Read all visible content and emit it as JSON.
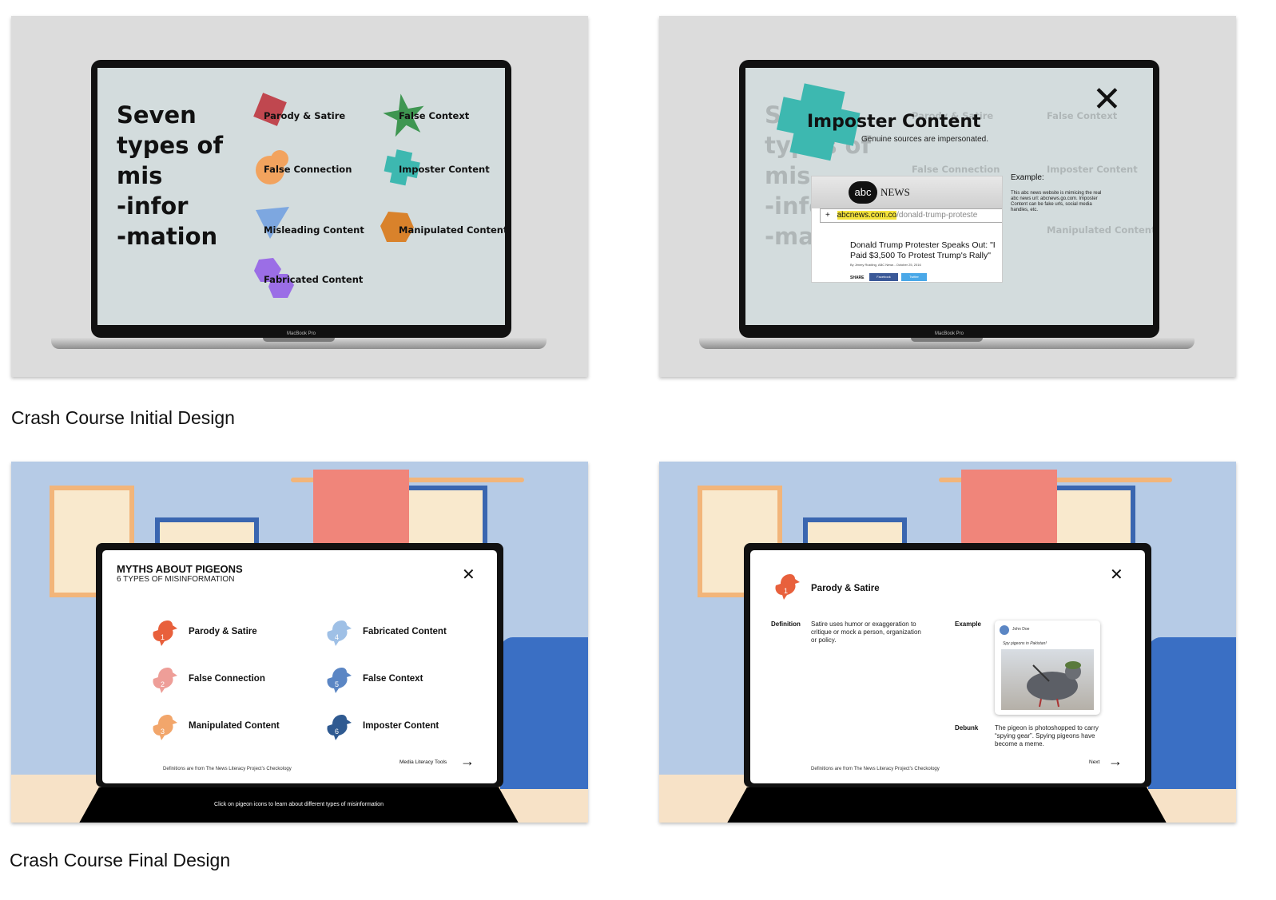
{
  "initial": {
    "caption": "Crash Course Initial Design",
    "left_screen": {
      "title_lines": [
        "Seven",
        "types of",
        "mis",
        "-infor",
        "-mation"
      ],
      "categories": [
        "Parody & Satire",
        "False Context",
        "False Connection",
        "Imposter Content",
        "Misleading Content",
        "Manipulated Content",
        "Fabricated Content"
      ],
      "model_label": "MacBook Pro"
    },
    "right_screen": {
      "close_icon": "x-icon",
      "modal_title": "Imposter Content",
      "modal_subtitle": "Genuine sources are impersonated.",
      "example_label": "Example:",
      "example_text": "This abc news website is mimicing the real abc news url: abcnews.go.com. Imposter Content can be fake urls, social media handles, etc.",
      "screenshot": {
        "brand": "abc",
        "brand_text": "NEWS",
        "url_highlight": "abcnews.com.co",
        "url_rest": "/donald-trump-proteste",
        "headline": "Donald Trump Protester Speaks Out: \"I Paid $3,500 To Protest Trump's Rally\"",
        "byline": "By Jimmy Rustling, ABC News - October 25, 2016",
        "share_label": "SHARE",
        "facebook": "Facebook",
        "twitter": "Twitter"
      },
      "model_label": "MacBook Pro"
    }
  },
  "final": {
    "caption": "Crash Course Final Design",
    "left_screen": {
      "heading": "MYTHS ABOUT PIGEONS",
      "subheading": "6 TYPES OF MISINFORMATION",
      "items": [
        {
          "num": "1",
          "label": "Parody & Satire",
          "color": "#e8603c"
        },
        {
          "num": "2",
          "label": "False Connection",
          "color": "#ee9e98"
        },
        {
          "num": "3",
          "label": "Manipulated Content",
          "color": "#f2a66b"
        },
        {
          "num": "4",
          "label": "Fabricated Content",
          "color": "#9fc0e6"
        },
        {
          "num": "5",
          "label": "False Context",
          "color": "#5b86c4"
        },
        {
          "num": "6",
          "label": "Imposter Content",
          "color": "#2f5a91"
        }
      ],
      "footnote": "Definitions are from The News Literacy Project's Checkology",
      "link_label": "Media Literacy Tools",
      "hint": "Click on pigeon icons to learn about different types of misinformation"
    },
    "right_screen": {
      "item_num": "1",
      "title": "Parody & Satire",
      "definition_label": "Definition",
      "definition_text": "Satire uses humor or exaggeration to critique or mock a person, organization or policy.",
      "example_label": "Example",
      "post_author": "John Doe",
      "post_text": "Spy pigeons in Pakistan!",
      "debunk_label": "Debunk",
      "debunk_text": "The pigeon is photoshopped to carry “spying gear”. Spying pigeons have become a meme.",
      "footnote": "Definitions are from The News Literacy Project's Checkology",
      "next_label": "Next"
    }
  },
  "colors": {
    "screen_bg": "#d3dcdd",
    "parody": "#c0474f",
    "false_context": "#3e9651",
    "false_connection": "#f2a35e",
    "imposter": "#3db8b0",
    "misleading": "#7da7e0",
    "manipulated": "#d9822b",
    "fabricated": "#9b6ee6"
  }
}
